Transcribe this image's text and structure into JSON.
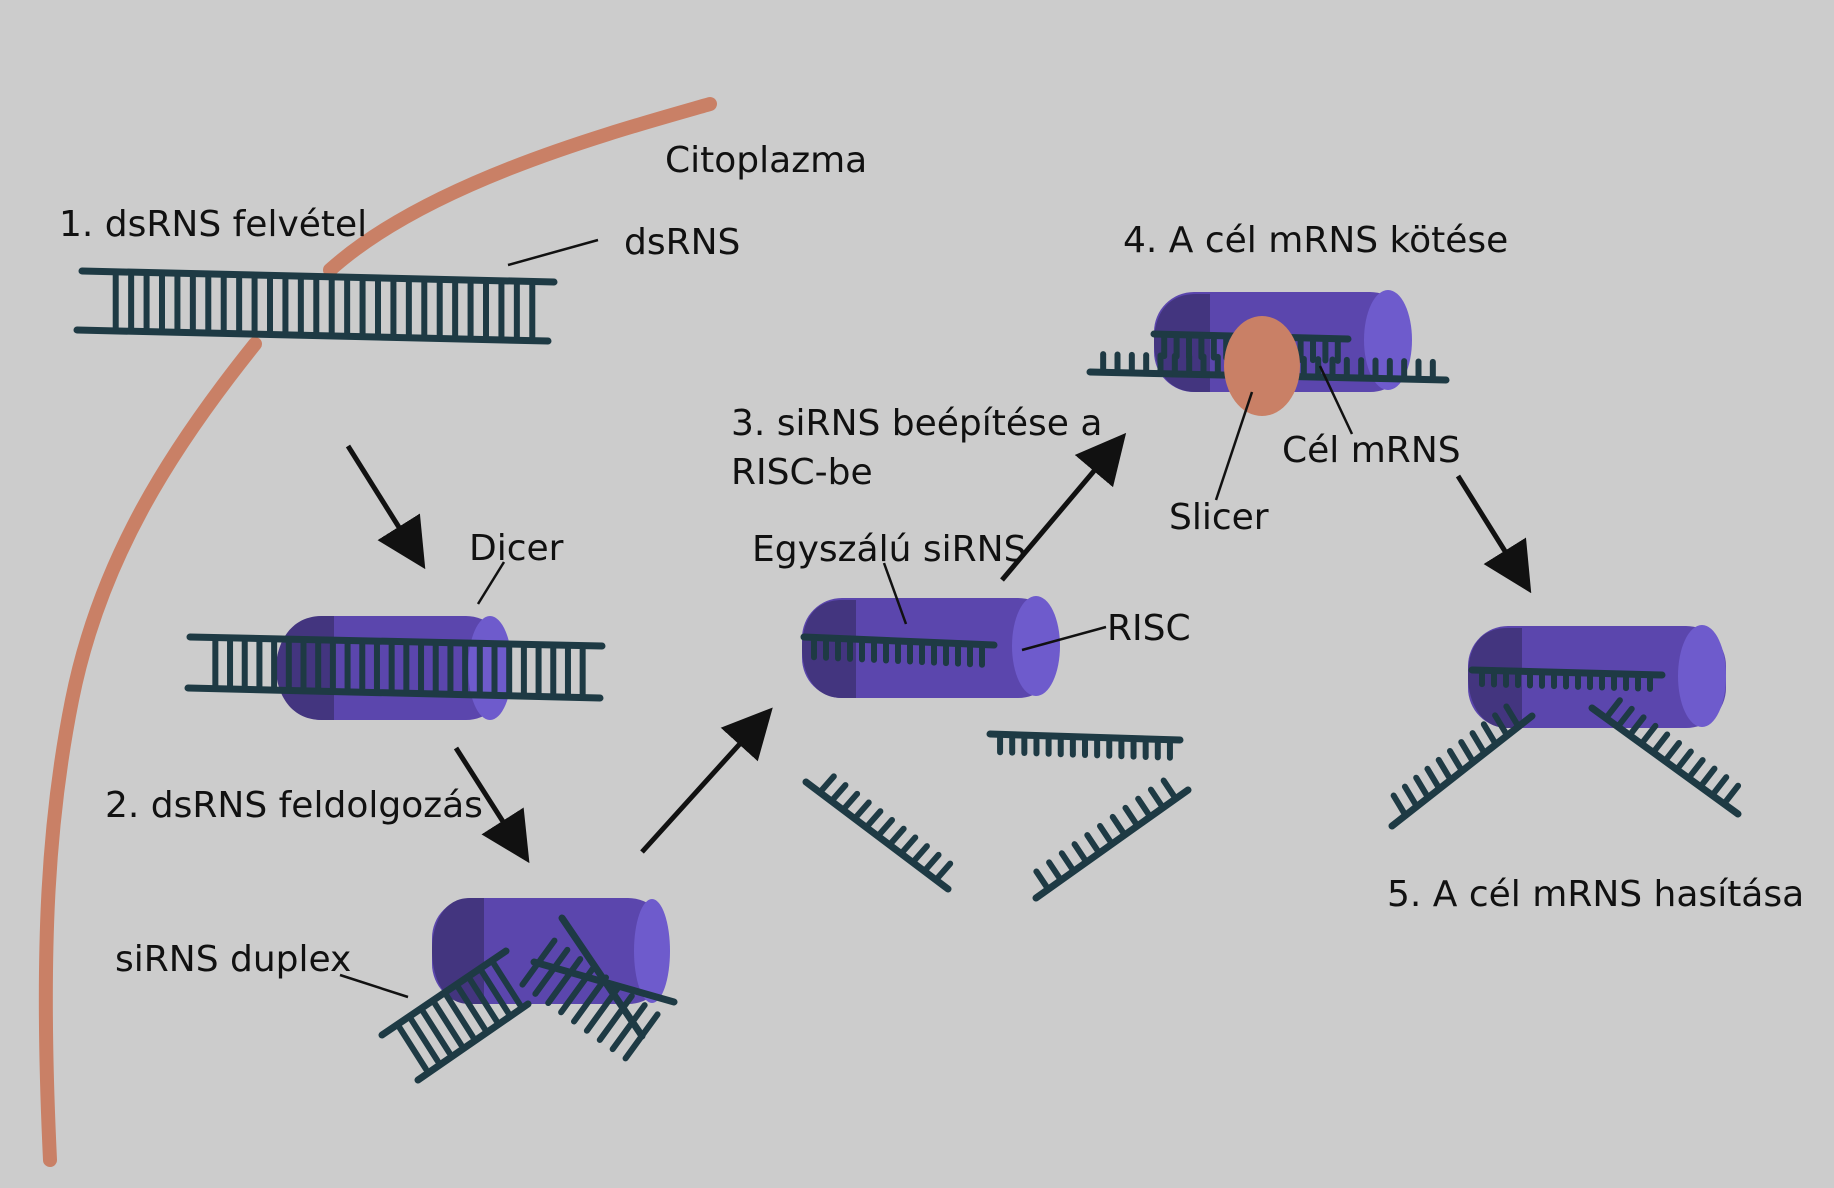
{
  "labels": {
    "citoplazma": "Citoplazma",
    "step1": "1. dsRNS felvétel",
    "dsrns": "dsRNS",
    "dicer": "Dicer",
    "step2": "2. dsRNS feldolgozás",
    "sirns_duplex": "siRNS duplex",
    "step3_line1": "3. siRNS beépítése a",
    "step3_line2": "RISC-be",
    "egyszalu": "Egyszálú siRNS",
    "risc": "RISC",
    "step4": "4. A cél mRNS kötése",
    "cel_mrns": "Cél mRNS",
    "slicer": "Slicer",
    "step5": "5. A cél mRNS hasítása"
  },
  "colors": {
    "background": "#cccccc",
    "membrane": "#c98066",
    "rna": "#1e3a44",
    "cylinder_body": "#5b46ad",
    "cylinder_cap": "#6e5bcc",
    "cylinder_shade": "#43357f",
    "slicer": "#c98066",
    "arrow": "#111111"
  }
}
